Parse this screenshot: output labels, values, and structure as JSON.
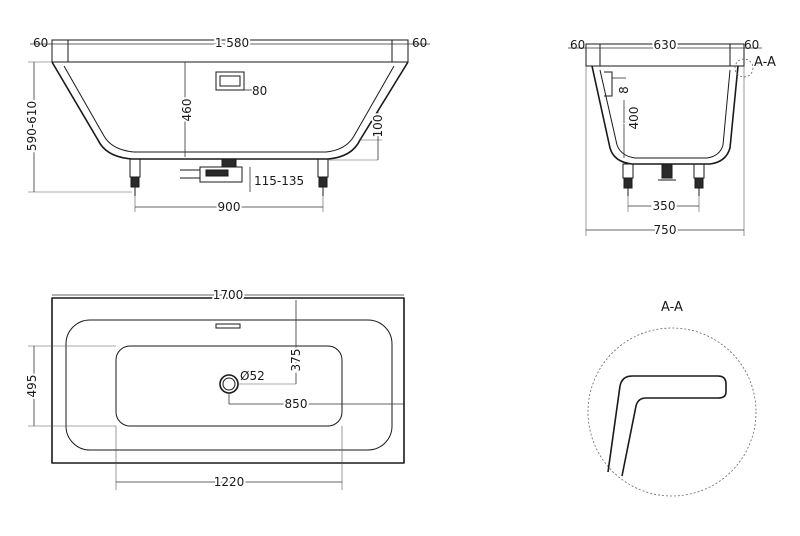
{
  "front_view": {
    "dim_rim_left": "60",
    "dim_top_length": "1 580",
    "dim_rim_right": "60",
    "dim_overflow": "80",
    "dim_inner_depth": "460",
    "dim_total_height": "590-610",
    "dim_leg_height": "100",
    "dim_waste_height": "115-135",
    "dim_leg_spacing": "900"
  },
  "side_view": {
    "dim_rim_left": "60",
    "dim_top_width": "630",
    "dim_rim_right": "60",
    "section_marker": "A-A",
    "dim_small": "8",
    "dim_depth": "400",
    "dim_leg_spacing": "350",
    "dim_total_width": "750"
  },
  "top_view": {
    "dim_total_length": "1700",
    "dim_inner_width": "495",
    "dim_drain_offset_y": "375",
    "dim_drain_diameter": "Ø52",
    "dim_drain_offset_x": "850",
    "dim_inner_length": "1220"
  },
  "section_detail": {
    "title": "A-A"
  }
}
